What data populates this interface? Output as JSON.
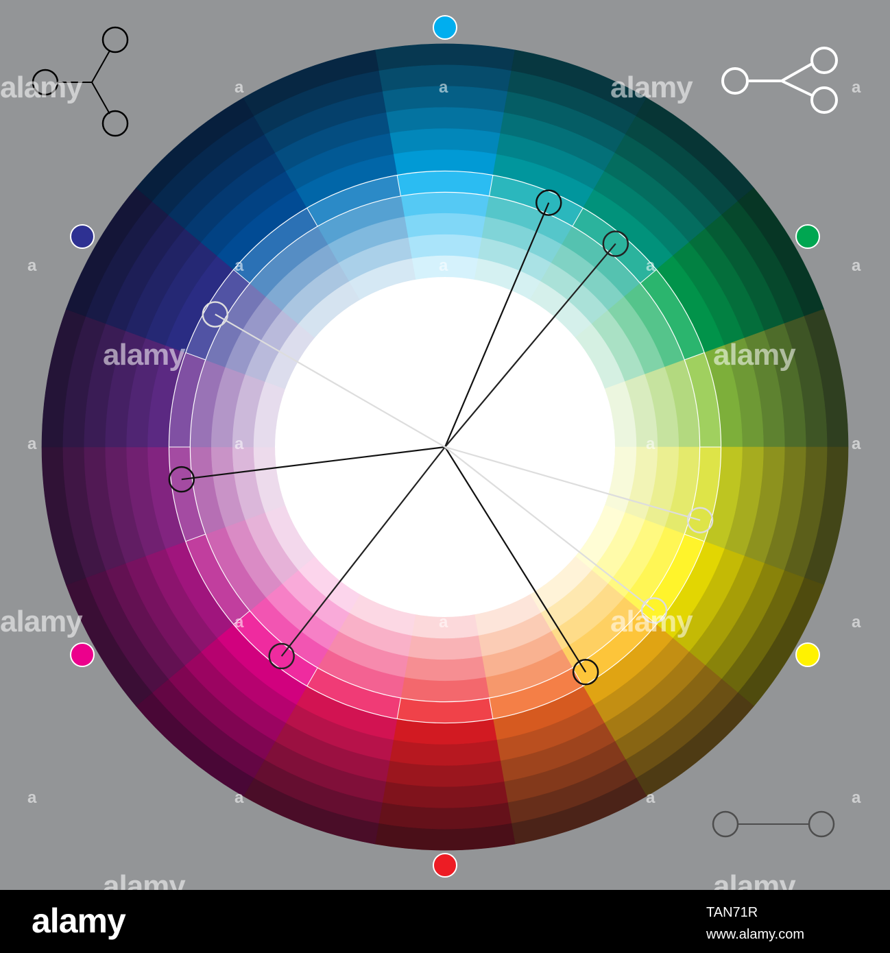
{
  "watermark": "alamy",
  "watermark_short": "a",
  "footer": {
    "logo": "alamy",
    "image_id": "TAN71R",
    "site": "www.alamy.com"
  },
  "background_color": "#939597",
  "hues": [
    {
      "name": "blue",
      "color": "#00aeef"
    },
    {
      "name": "cyan-teal",
      "color": "#00a9b0"
    },
    {
      "name": "teal-green",
      "color": "#00a489"
    },
    {
      "name": "green",
      "color": "#00a651"
    },
    {
      "name": "yellow-green",
      "color": "#8dc63f"
    },
    {
      "name": "lime",
      "color": "#d7df23"
    },
    {
      "name": "yellow",
      "color": "#fff200"
    },
    {
      "name": "amber",
      "color": "#fdb913"
    },
    {
      "name": "orange",
      "color": "#f26522"
    },
    {
      "name": "red",
      "color": "#ed1c24"
    },
    {
      "name": "crimson",
      "color": "#ed145b"
    },
    {
      "name": "magenta",
      "color": "#ec008c"
    },
    {
      "name": "purple-magenta",
      "color": "#b5178b"
    },
    {
      "name": "purple",
      "color": "#92278f"
    },
    {
      "name": "violet",
      "color": "#662d91"
    },
    {
      "name": "indigo",
      "color": "#2e3192"
    },
    {
      "name": "royal-blue",
      "color": "#0054a6"
    },
    {
      "name": "azure",
      "color": "#0072bc"
    }
  ],
  "primary_dots": [
    {
      "name": "cyan-dot",
      "color": "#00aeef"
    },
    {
      "name": "green-dot",
      "color": "#00a651"
    },
    {
      "name": "yellow-dot",
      "color": "#fff200"
    },
    {
      "name": "red-dot",
      "color": "#ed1c24"
    },
    {
      "name": "magenta-dot",
      "color": "#ec008c"
    },
    {
      "name": "blue-dot",
      "color": "#2e3192"
    }
  ],
  "scheme_icons": [
    {
      "name": "triad-icon",
      "color": "#000000"
    },
    {
      "name": "split-complementary-icon",
      "color": "#ffffff"
    },
    {
      "name": "complementary-icon",
      "color": "#4d4d4d"
    }
  ]
}
